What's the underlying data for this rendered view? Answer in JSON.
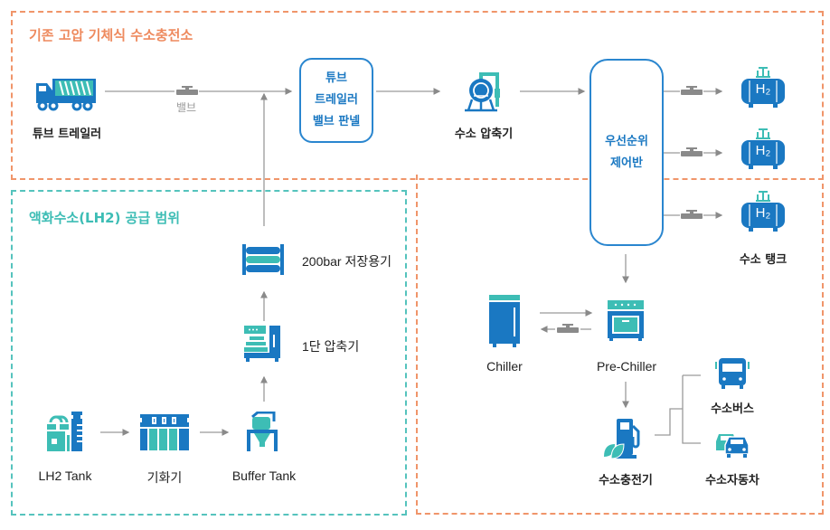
{
  "zones": {
    "existing": {
      "title": "기존 고압 기체식 수소충전소",
      "color": "#f0956a"
    },
    "lh2": {
      "title": "액화수소(LH2) 공급 범위",
      "color": "#3dbdb5"
    }
  },
  "nodes": {
    "tube_trailer": "튜브 트레일러",
    "valve": "밸브",
    "valve_panel": [
      "튜브",
      "트레일러",
      "밸브 판넬"
    ],
    "h2_compressor": "수소 압축기",
    "priority_panel": [
      "우선순위",
      "제어반"
    ],
    "h2_tank": "수소 탱크",
    "h2_tank_icon_text": "H₂",
    "storage_200bar": "200bar 저장용기",
    "compressor_1st": "1단 압축기",
    "lh2_tank": "LH2 Tank",
    "vaporizer": "기화기",
    "buffer_tank": "Buffer Tank",
    "chiller": "Chiller",
    "pre_chiller": "Pre-Chiller",
    "dispenser": "수소충전기",
    "bus": "수소버스",
    "car": "수소자동차"
  },
  "colors": {
    "primary": "#1a78c2",
    "accent": "#3dbdb5",
    "line": "#8a8a8a"
  }
}
